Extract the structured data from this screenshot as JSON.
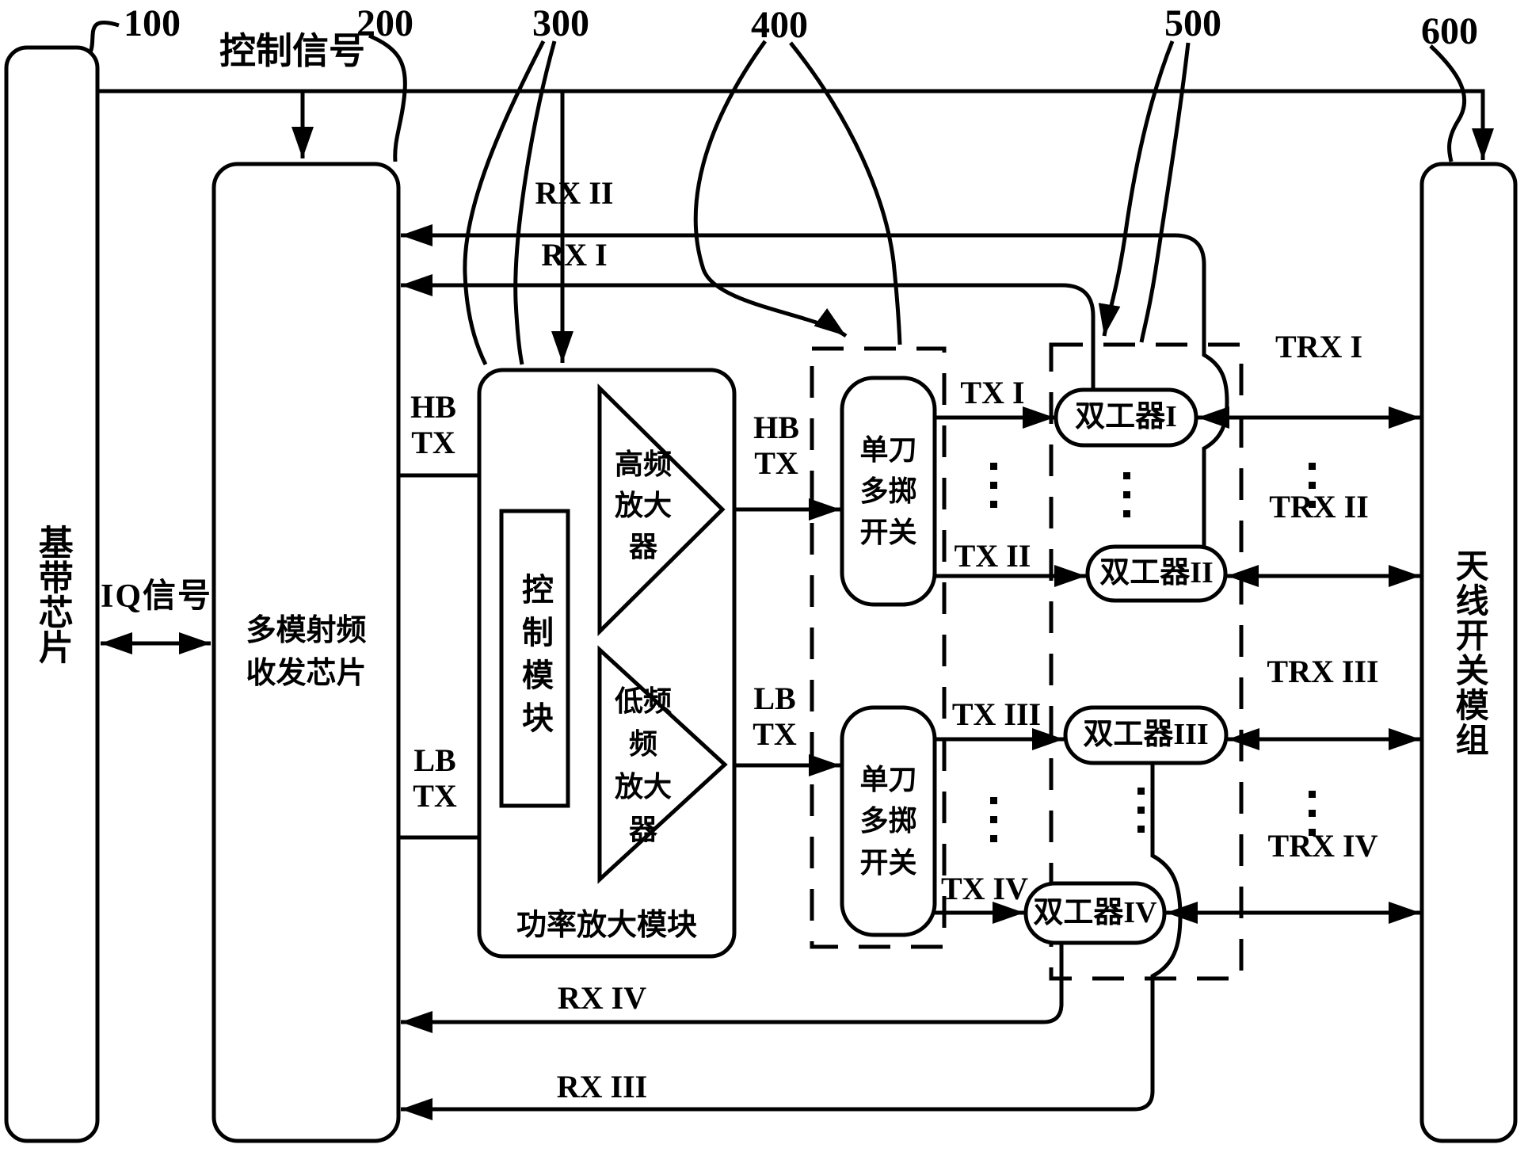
{
  "figure": {
    "background": "#ffffff",
    "ink": "#000000"
  },
  "ref_numbers": {
    "baseband": "100",
    "transceiver": "200",
    "power_amp": "300",
    "switch_box": "400",
    "duplexer_box": "500",
    "antenna": "600"
  },
  "signals": {
    "control": "控制信号",
    "iq": "IQ信号",
    "hb": "HB",
    "lb": "LB",
    "tx": "TX",
    "rx1": "RX I",
    "rx2": "RX II",
    "rx3": "RX III",
    "rx4": "RX IV",
    "tx1": "TX I",
    "tx2": "TX II",
    "tx3": "TX III",
    "tx4": "TX IV",
    "trx1": "TRX I",
    "trx2": "TRX II",
    "trx3": "TRX III",
    "trx4": "TRX IV"
  },
  "blocks": {
    "baseband": "基带芯片",
    "transceiver_l1": "多模射频",
    "transceiver_l2": "收发芯片",
    "pa_module": "功率放大模块",
    "control_module": "控制模块",
    "hf_amp_l1": "高频",
    "hf_amp_l2": "放大",
    "hf_amp_l3": "器",
    "lf_amp_l1": "低频",
    "lf_amp_l2": "频",
    "lf_amp_l3": "放大",
    "lf_amp_l4": "器",
    "switch_l1": "单刀",
    "switch_l2": "多掷",
    "switch_l3": "开关",
    "duplexer1": "双工器I",
    "duplexer2": "双工器II",
    "duplexer3": "双工器III",
    "duplexer4": "双工器IV",
    "antenna_module": "天线开关模组"
  }
}
